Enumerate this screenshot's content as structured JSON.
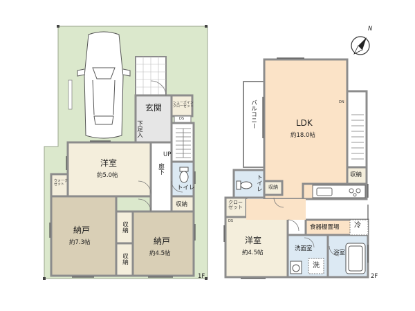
{
  "floor1": {
    "floor_label": "1F",
    "rooms": {
      "entrance": "玄関",
      "shoe_closet": "シューズイン\nクローゼット",
      "shoe_box": "下足入",
      "ds": "DS",
      "up": "UP",
      "hall": "廊下",
      "toilet": "トイレ",
      "storage_hall": "収納",
      "western": {
        "name": "洋室",
        "size": "約5.0帖"
      },
      "walkin": "ウォーク\nゼット",
      "nando1": {
        "name": "納戸",
        "size": "約7.3帖"
      },
      "nando2": {
        "name": "納戸",
        "size": "約4.5帖"
      },
      "storage_a": "収納",
      "storage_b": "収納"
    }
  },
  "floor2": {
    "floor_label": "2F",
    "rooms": {
      "balcony": "バルコニー",
      "ldk": {
        "name": "LDK",
        "size": "約18.0帖"
      },
      "dn": "DN",
      "storage_stair": "収納",
      "toilet": "トイレ",
      "storage_toilet": "収納",
      "closet": "クロー\nゼット",
      "ds": "DS",
      "western": {
        "name": "洋室",
        "size": "約4.5帖"
      },
      "pantry": "食器棚置場",
      "fridge": "冷",
      "washroom": "洗面室",
      "washer": "洗",
      "bath": "浴室"
    }
  },
  "compass": {
    "label": "N"
  },
  "colors": {
    "lot_green": "#dbe8cc",
    "wall": "#8c8c8c",
    "wood_beige": "#f4eedc",
    "nando_brown": "#d9cfb6",
    "ldk_peach": "#fbe3c7",
    "wet_blue": "#dce9f3",
    "floor_gray": "#e6e6e6"
  }
}
